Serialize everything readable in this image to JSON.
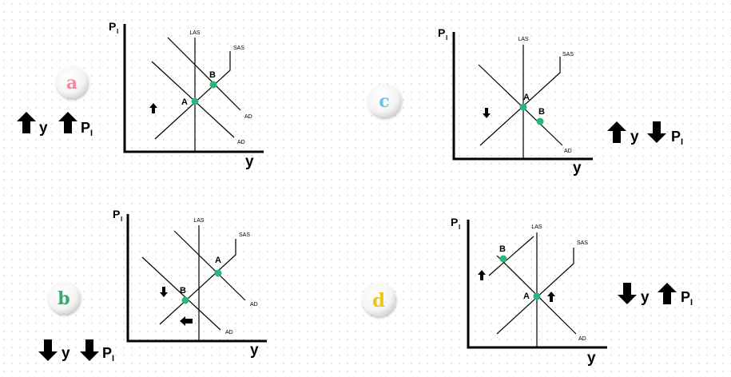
{
  "panels": {
    "a": {
      "badge": "a",
      "axis_y": "P",
      "axis_y_sub": "I",
      "axis_x": "y",
      "curves": {
        "las": "LAS",
        "sas": "SAS",
        "ad1": "AD",
        "ad2": "AD"
      },
      "points": {
        "p1": "A",
        "p2": "B"
      },
      "summary": {
        "t1": "y",
        "t2": "P",
        "t2sub": "I"
      }
    },
    "b": {
      "badge": "b",
      "axis_y": "P",
      "axis_y_sub": "I",
      "axis_x": "y",
      "curves": {
        "las": "LAS",
        "sas": "SAS",
        "ad1": "AD",
        "ad2": "AD"
      },
      "points": {
        "p1": "A",
        "p2": "B"
      },
      "summary": {
        "t1": "y",
        "t2": "P",
        "t2sub": "I"
      }
    },
    "c": {
      "badge": "c",
      "axis_y": "P",
      "axis_y_sub": "I",
      "axis_x": "y",
      "curves": {
        "las": "LAS",
        "sas": "SAS",
        "ad1": "AD"
      },
      "points": {
        "p1": "A",
        "p2": "B"
      },
      "summary": {
        "t1": "y",
        "t2": "P",
        "t2sub": "I"
      }
    },
    "d": {
      "badge": "d",
      "axis_y": "P",
      "axis_y_sub": "I",
      "axis_x": "y",
      "curves": {
        "las": "LAS",
        "sas": "SAS",
        "ad1": "AD"
      },
      "points": {
        "p1": "A",
        "p2": "B"
      },
      "summary": {
        "t1": "y",
        "t2": "P",
        "t2sub": "I"
      }
    }
  },
  "colors": {
    "point": "#2bb57a",
    "badge_a": "#f28aa6",
    "badge_b": "#3aa876",
    "badge_c": "#6fc2e6",
    "badge_d": "#f0c419",
    "ink": "#000000"
  }
}
